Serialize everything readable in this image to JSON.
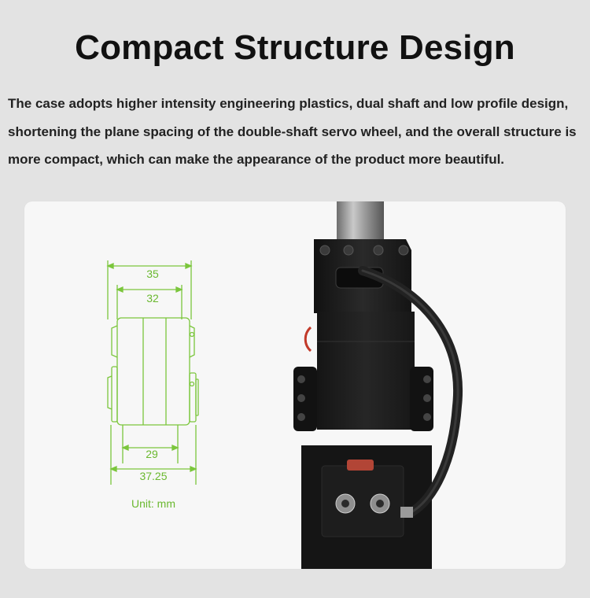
{
  "heading": "Compact Structure Design",
  "description": "The case adopts higher intensity engineering plastics, dual shaft and low profile design, shortening the plane spacing of the double-shaft servo wheel, and the overall structure is more compact, which can make the appearance of the product more beautiful.",
  "dimensions": {
    "top_outer": "35",
    "top_inner": "32",
    "bottom_inner": "29",
    "bottom_outer": "37.25",
    "unit_label": "Unit: mm"
  },
  "colors": {
    "background": "#e3e3e3",
    "card": "#f7f7f7",
    "dimension_green": "#7bc63c",
    "bracket_black": "#1c1c1c"
  }
}
